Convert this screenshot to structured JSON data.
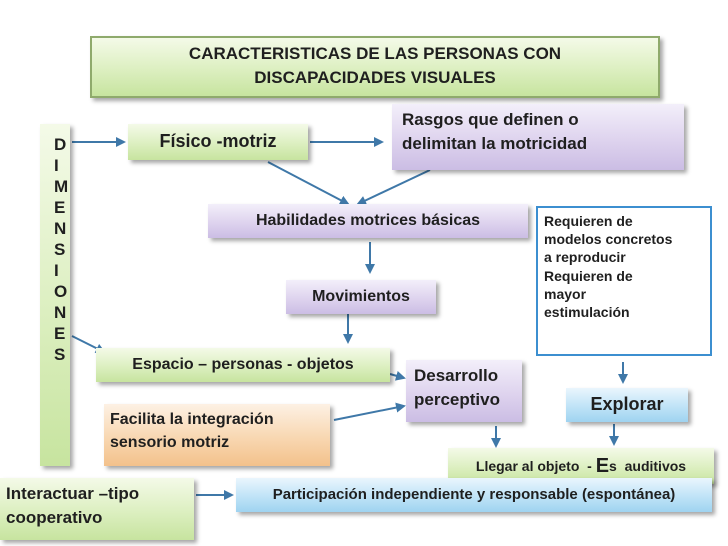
{
  "title_line1": "CARACTERISTICAS DE LAS PERSONAS CON",
  "title_line2": "DISCAPACIDADES VISUALES",
  "dimensiones": [
    "D",
    "I",
    "M",
    "E",
    "N",
    "S",
    "I",
    "O",
    "N",
    "E",
    "S"
  ],
  "fisico": "Físico -motriz",
  "rasgos_line1": "Rasgos que definen o",
  "rasgos_line2": "delimitan la motricidad",
  "habilidades": "Habilidades motrices básicas",
  "requieren_lines": [
    "Requieren de",
    "modelos concretos",
    "a reproducir",
    "Requieren de",
    "mayor",
    "estimulación"
  ],
  "movimientos": "Movimientos",
  "espacio": "Espacio – personas - objetos",
  "desarrollo_line1": "Desarrollo",
  "desarrollo_line2": "perceptivo",
  "explorar": "Explorar",
  "facilita_line1": "Facilita la integración",
  "facilita_line2": "sensorio motriz",
  "llegar": "Llegar al objeto  - ",
  "llegar_big": "E",
  "llegar_end": "s  auditivos",
  "interactuar_line1": "Interactuar –tipo",
  "interactuar_line2": "cooperativo",
  "participacion": "Participación independiente y responsable (espontánea)",
  "colors": {
    "green": "#dcefc0",
    "lavender": "#ded3ee",
    "blue": "#bfe3f7",
    "orange": "#f8d7b1",
    "arrow": "#3f78a8"
  }
}
